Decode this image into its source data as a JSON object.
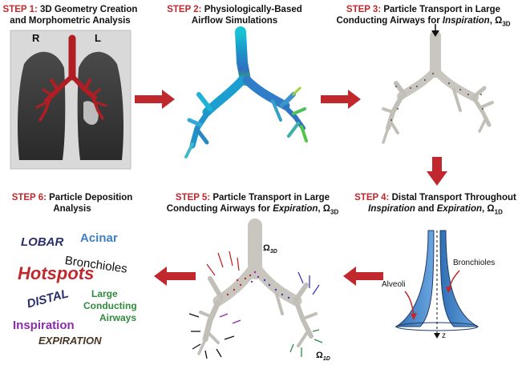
{
  "steps": [
    {
      "num": "STEP 1:",
      "line1": "3D Geometry Creation",
      "line2": "and Morphometric Analysis"
    },
    {
      "num": "STEP 2:",
      "line1": "Physiologically-Based",
      "line2": "Airflow Simulations"
    },
    {
      "num": "STEP 3:",
      "line1": "Particle Transport in Large",
      "line2_pre": "Conducting Airways for ",
      "line2_it": "Inspiration",
      "line2_post": ", Ω",
      "line2_sub": "3D"
    },
    {
      "num": "STEP 4:",
      "line1": "Distal Transport Throughout",
      "line2_it": "Inspiration",
      "line2_mid": " and ",
      "line2_it2": "Expiration",
      "line2_post": ", Ω",
      "line2_sub": "1D"
    },
    {
      "num": "STEP 5:",
      "line1": "Particle Transport in Large",
      "line2_pre": "Conducting Airways for ",
      "line2_it": "Expiration",
      "line2_post": ",  Ω",
      "line2_sub": "3D"
    },
    {
      "num": "STEP 6:",
      "line1": "Particle Deposition",
      "line2": "Analysis"
    }
  ],
  "ct": {
    "right_label": "R",
    "left_label": "L"
  },
  "omega_labels": {
    "omega3d": "Ω",
    "omega3d_sub": "3D",
    "omega1d": "Ω",
    "omega1d_sub": "1D"
  },
  "step4_labels": {
    "alveoli": "Alveoli",
    "bronchioles": "Bronchioles",
    "axis": "z"
  },
  "word_cloud": {
    "lobar": "LOBAR",
    "acinar": "Acinar",
    "bronchioles": "Bronchioles",
    "hotspots": "Hotspots",
    "large1": "Large",
    "large2": "Conducting",
    "large3": "Airways",
    "distal": "DISTAL",
    "inspiration": "Inspiration",
    "expiration": "EXPIRATION"
  },
  "colors": {
    "step_red": "#c0282d",
    "arrow_red": "#c0282d",
    "lobar": "#2b2f6e",
    "acinar": "#3d7fc0",
    "hotspots": "#c0282d",
    "large": "#2e8b3c",
    "distal": "#2b2f6e",
    "inspiration": "#8a2bb0",
    "expiration": "#4a3426"
  }
}
